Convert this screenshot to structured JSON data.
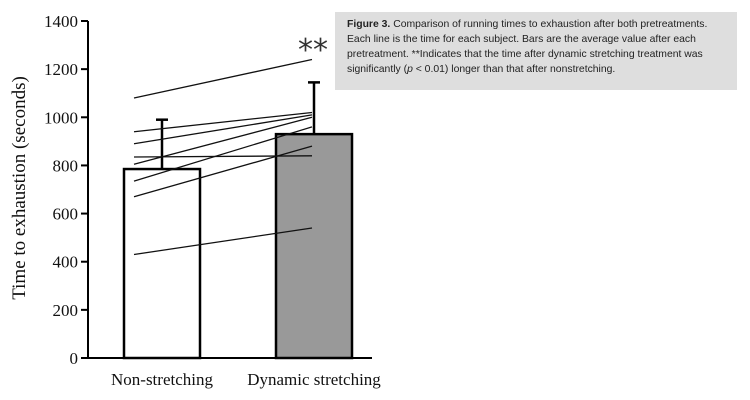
{
  "chart_data": {
    "type": "bar",
    "categories": [
      "Non-stretching",
      "Dynamic stretching"
    ],
    "values": [
      785,
      930
    ],
    "error_upper": [
      990,
      1145
    ],
    "ylabel": "Time to exhaustion (seconds)",
    "ylim": [
      0,
      1400
    ],
    "yticks": [
      "0",
      "200",
      "400",
      "600",
      "800",
      "1000",
      "1200",
      "1400"
    ],
    "bar_fill": [
      "#ffffff",
      "#999999"
    ],
    "significance_label": "**",
    "subjects": [
      {
        "non": 1080,
        "dyn": 1240
      },
      {
        "non": 940,
        "dyn": 1020
      },
      {
        "non": 890,
        "dyn": 1010
      },
      {
        "non": 835,
        "dyn": 840
      },
      {
        "non": 805,
        "dyn": 1000
      },
      {
        "non": 735,
        "dyn": 960
      },
      {
        "non": 670,
        "dyn": 880
      },
      {
        "non": 430,
        "dyn": 540
      }
    ]
  },
  "caption": {
    "label": "Figure 3.",
    "text_1": " Comparison of running times to exhaustion after both pretreatments. Each line is the time for each subject. Bars are the average value after each pretreatment. **Indicates that the time after dynamic stretching treatment was significantly (",
    "p": "p",
    "text_2": " < 0.01) longer than that after nonstretching."
  }
}
